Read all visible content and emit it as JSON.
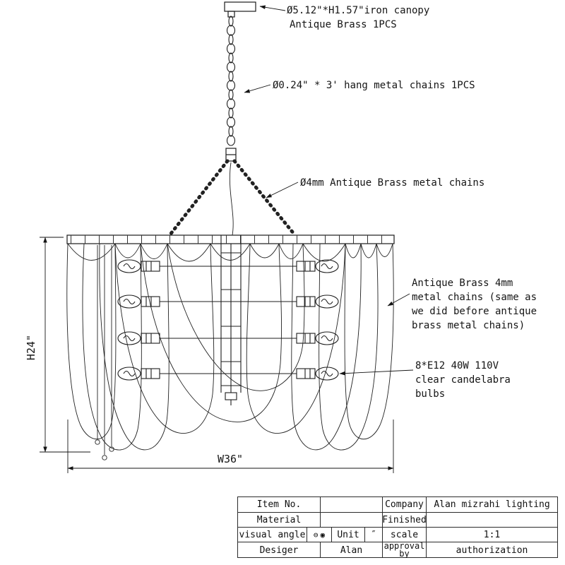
{
  "colors": {
    "ink": "#1c1c1c",
    "background": "#ffffff"
  },
  "drawing": {
    "canopy_note": [
      "Ø5.12\"*H1.57\"iron canopy",
      "Antique Brass 1PCS"
    ],
    "hang_chain_note": "Ø0.24\" * 3' hang metal chains 1PCS",
    "chain_note": "Ø4mm Antique Brass  metal chains",
    "side_note": [
      "Antique Brass 4mm",
      "metal chains (same as",
      "we did before antique",
      "brass metal chains)"
    ],
    "bulb_note": [
      "8*E12 40W 110V",
      "clear candelabra",
      "bulbs"
    ],
    "height_dim": "H24\"",
    "width_dim": "W36\""
  },
  "icons": {
    "projection_cone": "⊖",
    "projection_circle": "◉"
  },
  "title_block": {
    "item_no_label": "Item No.",
    "item_no_value": "",
    "company_label": "Company",
    "company_value": "Alan mizrahi lighting",
    "material_label": "Material",
    "material_value": "",
    "finished_label": "Finished",
    "finished_value": "",
    "visual_angle_label": "visual angle",
    "unit_label": "Unit",
    "unit_value": "″",
    "scale_label": "scale",
    "scale_value": "1:1",
    "designer_label": "Desiger",
    "designer_value": "Alan",
    "approval_label_line1": "approval",
    "approval_label_line2": "by",
    "authorization_value": "authorization"
  }
}
